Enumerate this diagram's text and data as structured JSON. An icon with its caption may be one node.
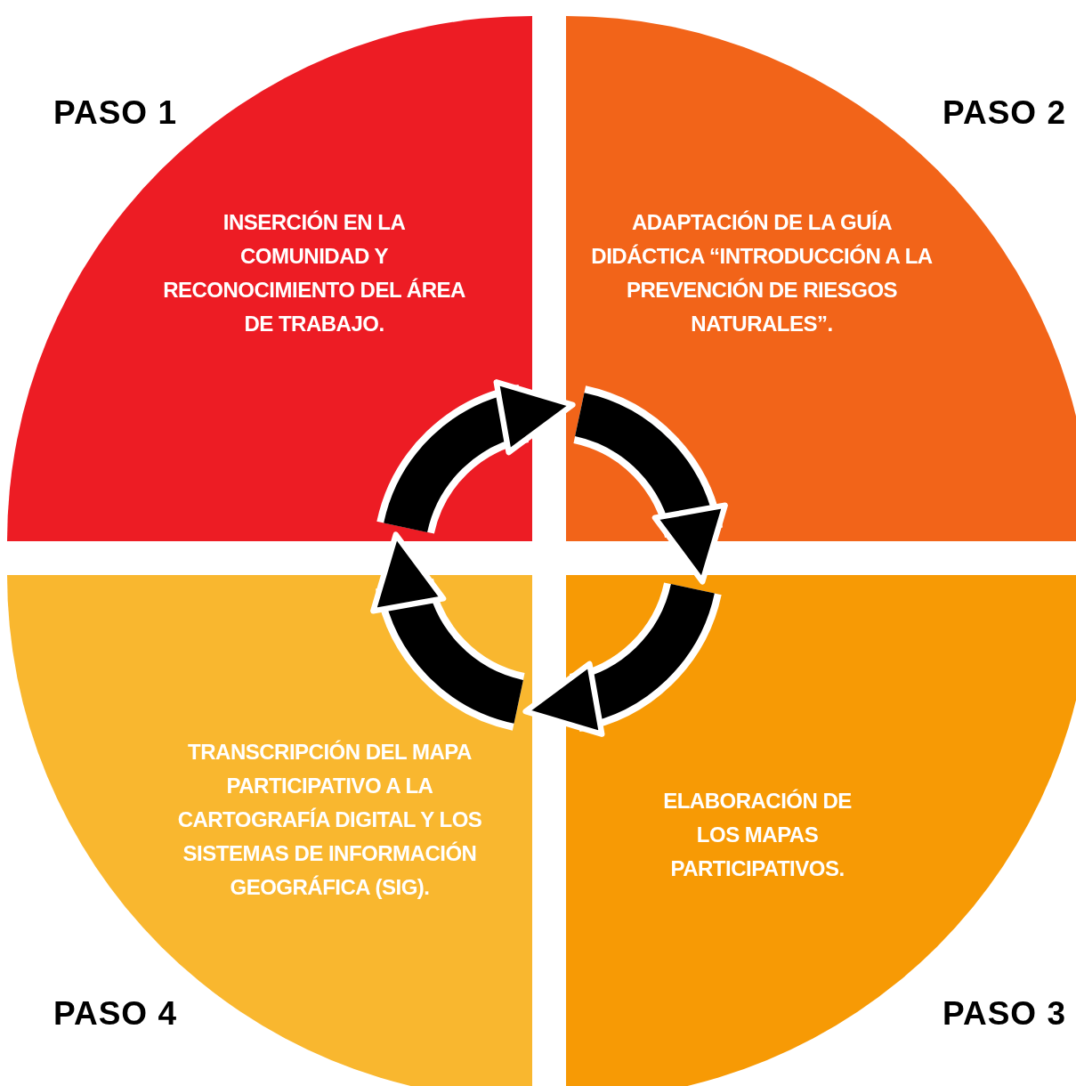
{
  "diagram": {
    "nodes": [
      {
        "text": [
          "PASO 1",
          "INSERCIÓN EN LA COMUNIDAD Y RECONOCIMIENTO DEL ÁREA DE TRABAJO."
        ]
      },
      {
        "text": [
          "PASO 2",
          "ADAPTACIÓN DE LA GUÍA DIDÁCTICA “INTRODUCCIÓN A LA PREVENCIÓN DE RIESGOS NATURALES”."
        ]
      },
      {
        "text": [
          "ELABORACIÓN DE LOS MAPAS PARTICIPATIVOS.",
          "PASO 3"
        ]
      },
      {
        "text": [
          "TRANSCRIPCIÓN DEL MAPA PARTICIPATIVO A LA CARTOGRAFÍA DIGITAL Y LOS SISTEMAS DE INFORMACIÓN GEOGRÁFICA (SIG).",
          "PASO 4"
        ]
      }
    ],
    "edges": [
      {
        "from": 0,
        "to": 1,
        "arrow": "to"
      },
      {
        "from": 1,
        "to": 2,
        "arrow": "to"
      },
      {
        "from": 2,
        "to": 3,
        "arrow": "to"
      },
      {
        "from": 3,
        "to": 0,
        "arrow": "to"
      }
    ]
  }
}
